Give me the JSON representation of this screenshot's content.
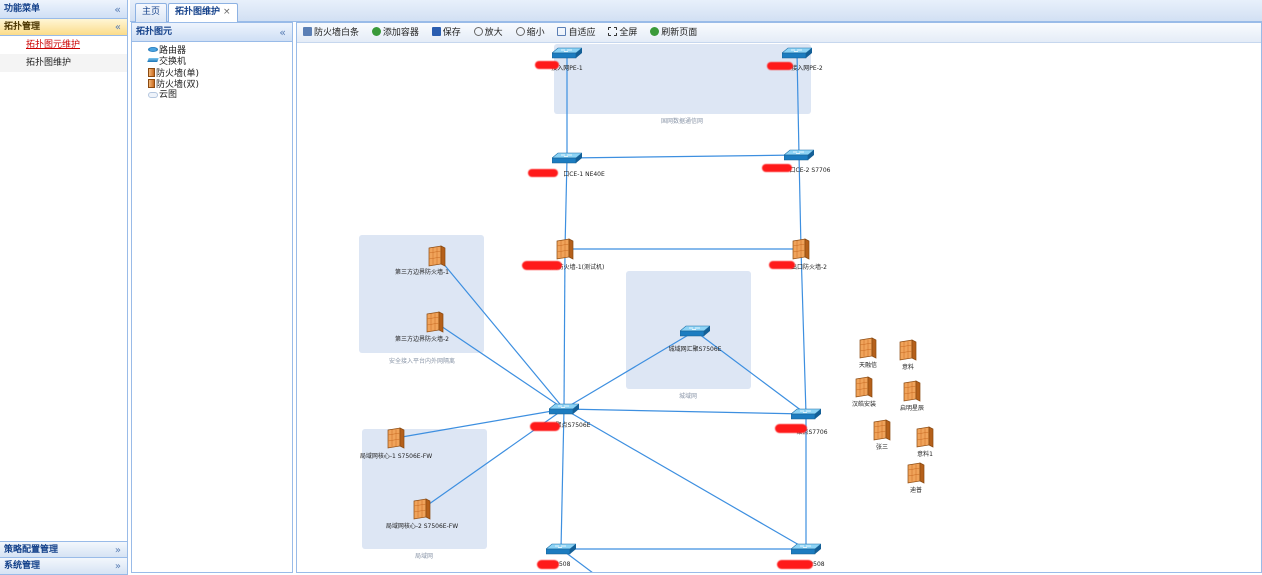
{
  "leftmenu": {
    "title": "功能菜单",
    "collapse_glyph": "«",
    "sections": [
      {
        "label": "拓扑管理",
        "glyph": "«",
        "items": [
          "拓扑图元维护",
          "拓扑图维护"
        ]
      },
      {
        "label": "策略配置管理",
        "glyph": "»"
      },
      {
        "label": "系统管理",
        "glyph": "»"
      }
    ]
  },
  "tabs": [
    {
      "label": "主页"
    },
    {
      "label": "拓扑图维护",
      "close": "×"
    }
  ],
  "tree": {
    "title": "拓扑图元",
    "collapse_glyph": "«",
    "items": [
      {
        "label": "路由器",
        "icon": "router-icon"
      },
      {
        "label": "交换机",
        "icon": "switch-icon"
      },
      {
        "label": "防火墙(单)",
        "icon": "firewall-icon"
      },
      {
        "label": "防火墙(双)",
        "icon": "firewall-icon"
      },
      {
        "label": "云图",
        "icon": "cloud-icon"
      }
    ]
  },
  "toolbar": [
    {
      "label": "防火墙白条",
      "icon": "firewall-list-icon",
      "color": "#5b7fb5"
    },
    {
      "label": "添加容器",
      "icon": "add-icon",
      "color": "#3a9a3a"
    },
    {
      "label": "保存",
      "icon": "save-icon",
      "color": "#2a5db0"
    },
    {
      "label": "放大",
      "icon": "zoom-in-icon",
      "color": "#666666"
    },
    {
      "label": "缩小",
      "icon": "zoom-out-icon",
      "color": "#666666"
    },
    {
      "label": "自适应",
      "icon": "fit-icon",
      "color": "#5b7fb5"
    },
    {
      "label": "全屏",
      "icon": "fullscreen-icon",
      "color": "#333333"
    },
    {
      "label": "刷新页面",
      "icon": "refresh-icon",
      "color": "#3a9a3a"
    }
  ],
  "topology": {
    "groups": [
      {
        "id": "g1",
        "label": "国网数据通信网"
      },
      {
        "id": "g2",
        "label": "安全接入平台内外网隔离"
      },
      {
        "id": "g3",
        "label": "城域网"
      },
      {
        "id": "g4",
        "label": "局域网"
      }
    ],
    "nodes": [
      {
        "id": "pe1",
        "type": "switch",
        "label": "接入网PE-1",
        "redacted": true
      },
      {
        "id": "pe2",
        "type": "switch",
        "label": "接入网PE-2",
        "redacted": true
      },
      {
        "id": "ce1",
        "type": "switch",
        "label": "口CE-1 NE40E",
        "redacted": true
      },
      {
        "id": "ce2",
        "type": "switch",
        "label": "口CE-2 S7706",
        "redacted": true
      },
      {
        "id": "fw1",
        "type": "firewall",
        "label": "出口防火墙-1(测试机)",
        "redacted": true
      },
      {
        "id": "fw2",
        "type": "firewall",
        "label": "出口防火墙-2",
        "redacted": true
      },
      {
        "id": "tp1",
        "type": "firewall",
        "label": "第三方边界防火墙-1"
      },
      {
        "id": "tp2",
        "type": "firewall",
        "label": "第三方边界防火墙-2"
      },
      {
        "id": "metro",
        "type": "switch",
        "label": "城域网汇聚S7506E"
      },
      {
        "id": "core1",
        "type": "switch",
        "label": "聚点S7506E",
        "redacted": true
      },
      {
        "id": "core2",
        "type": "switch",
        "label": "聚点S7706",
        "redacted": true
      },
      {
        "id": "lan1",
        "type": "firewall",
        "label": "局域网核心-1 S7506E-FW"
      },
      {
        "id": "lan2",
        "type": "firewall",
        "label": "局域网核心-2 S7506E-FW"
      },
      {
        "id": "acc1",
        "type": "switch",
        "label": "S12508",
        "redacted": true
      },
      {
        "id": "acc2",
        "type": "switch",
        "label": "2508",
        "redacted": true
      },
      {
        "id": "s1",
        "type": "firewall",
        "label": "天融信"
      },
      {
        "id": "s2",
        "type": "firewall",
        "label": "意料"
      },
      {
        "id": "s3",
        "type": "firewall",
        "label": "汉皓安装"
      },
      {
        "id": "s4",
        "type": "firewall",
        "label": "启明星辰"
      },
      {
        "id": "s5",
        "type": "firewall",
        "label": "张三"
      },
      {
        "id": "s6",
        "type": "firewall",
        "label": "意料1"
      },
      {
        "id": "s7",
        "type": "firewall",
        "label": "迪普"
      }
    ]
  },
  "colors": {
    "link": "#3d8fe0",
    "group_fill": "#dde6f4",
    "redaction": "#ff1a1a"
  }
}
